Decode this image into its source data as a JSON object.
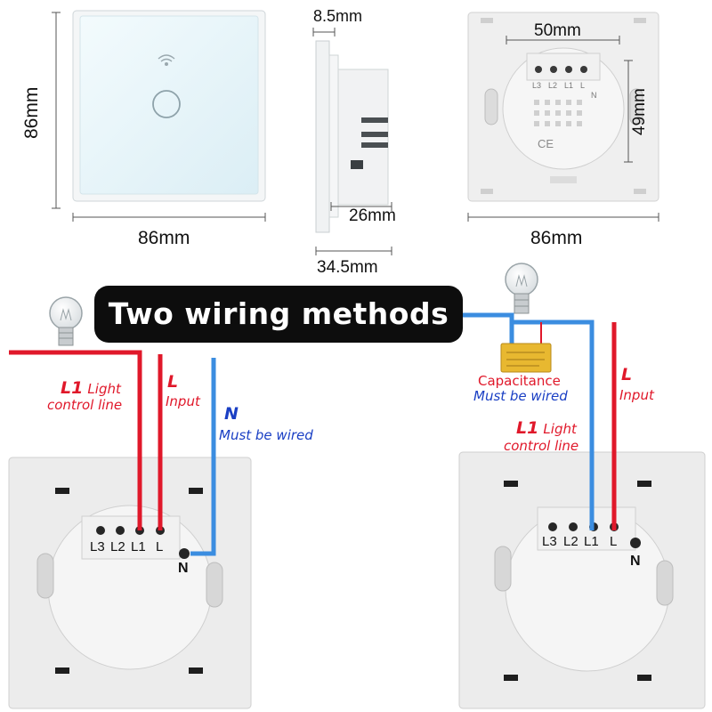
{
  "title": "Two wiring methods",
  "dimensions": {
    "front_height": "86mm",
    "front_width": "86mm",
    "side_front_depth": "8.5mm",
    "side_box_depth": "26mm",
    "side_total_depth": "34.5mm",
    "back_center_distance": "50mm",
    "back_height": "49mm",
    "back_width": "86mm"
  },
  "terminals": [
    "L3",
    "L2",
    "L1",
    "L",
    "N"
  ],
  "back_small_labels": [
    "L3",
    "L2",
    "L1",
    "L",
    "N"
  ],
  "left_method": {
    "l1_label": "L1",
    "l1_desc": "Light",
    "l1_desc2": "control line",
    "l_label": "L",
    "l_desc": "Input",
    "n_label": "N",
    "n_desc": "Must be wired"
  },
  "right_method": {
    "cap_label": "Capacitance",
    "cap_desc": "Must be wired",
    "l_label": "L",
    "l_desc": "Input",
    "l1_label": "L1",
    "l1_desc": "Light",
    "l1_desc2": "control line"
  },
  "colors": {
    "live_wire": "#e0182a",
    "neutral_wire": "#3b8de0",
    "panel": "#ececec",
    "capacitor": "#e8b830",
    "label_red": "#e0182a",
    "label_blue": "#1a3fc4"
  },
  "icons": [
    "wifi-icon",
    "touch-button-icon",
    "light-bulb-icon",
    "capacitor-icon"
  ]
}
